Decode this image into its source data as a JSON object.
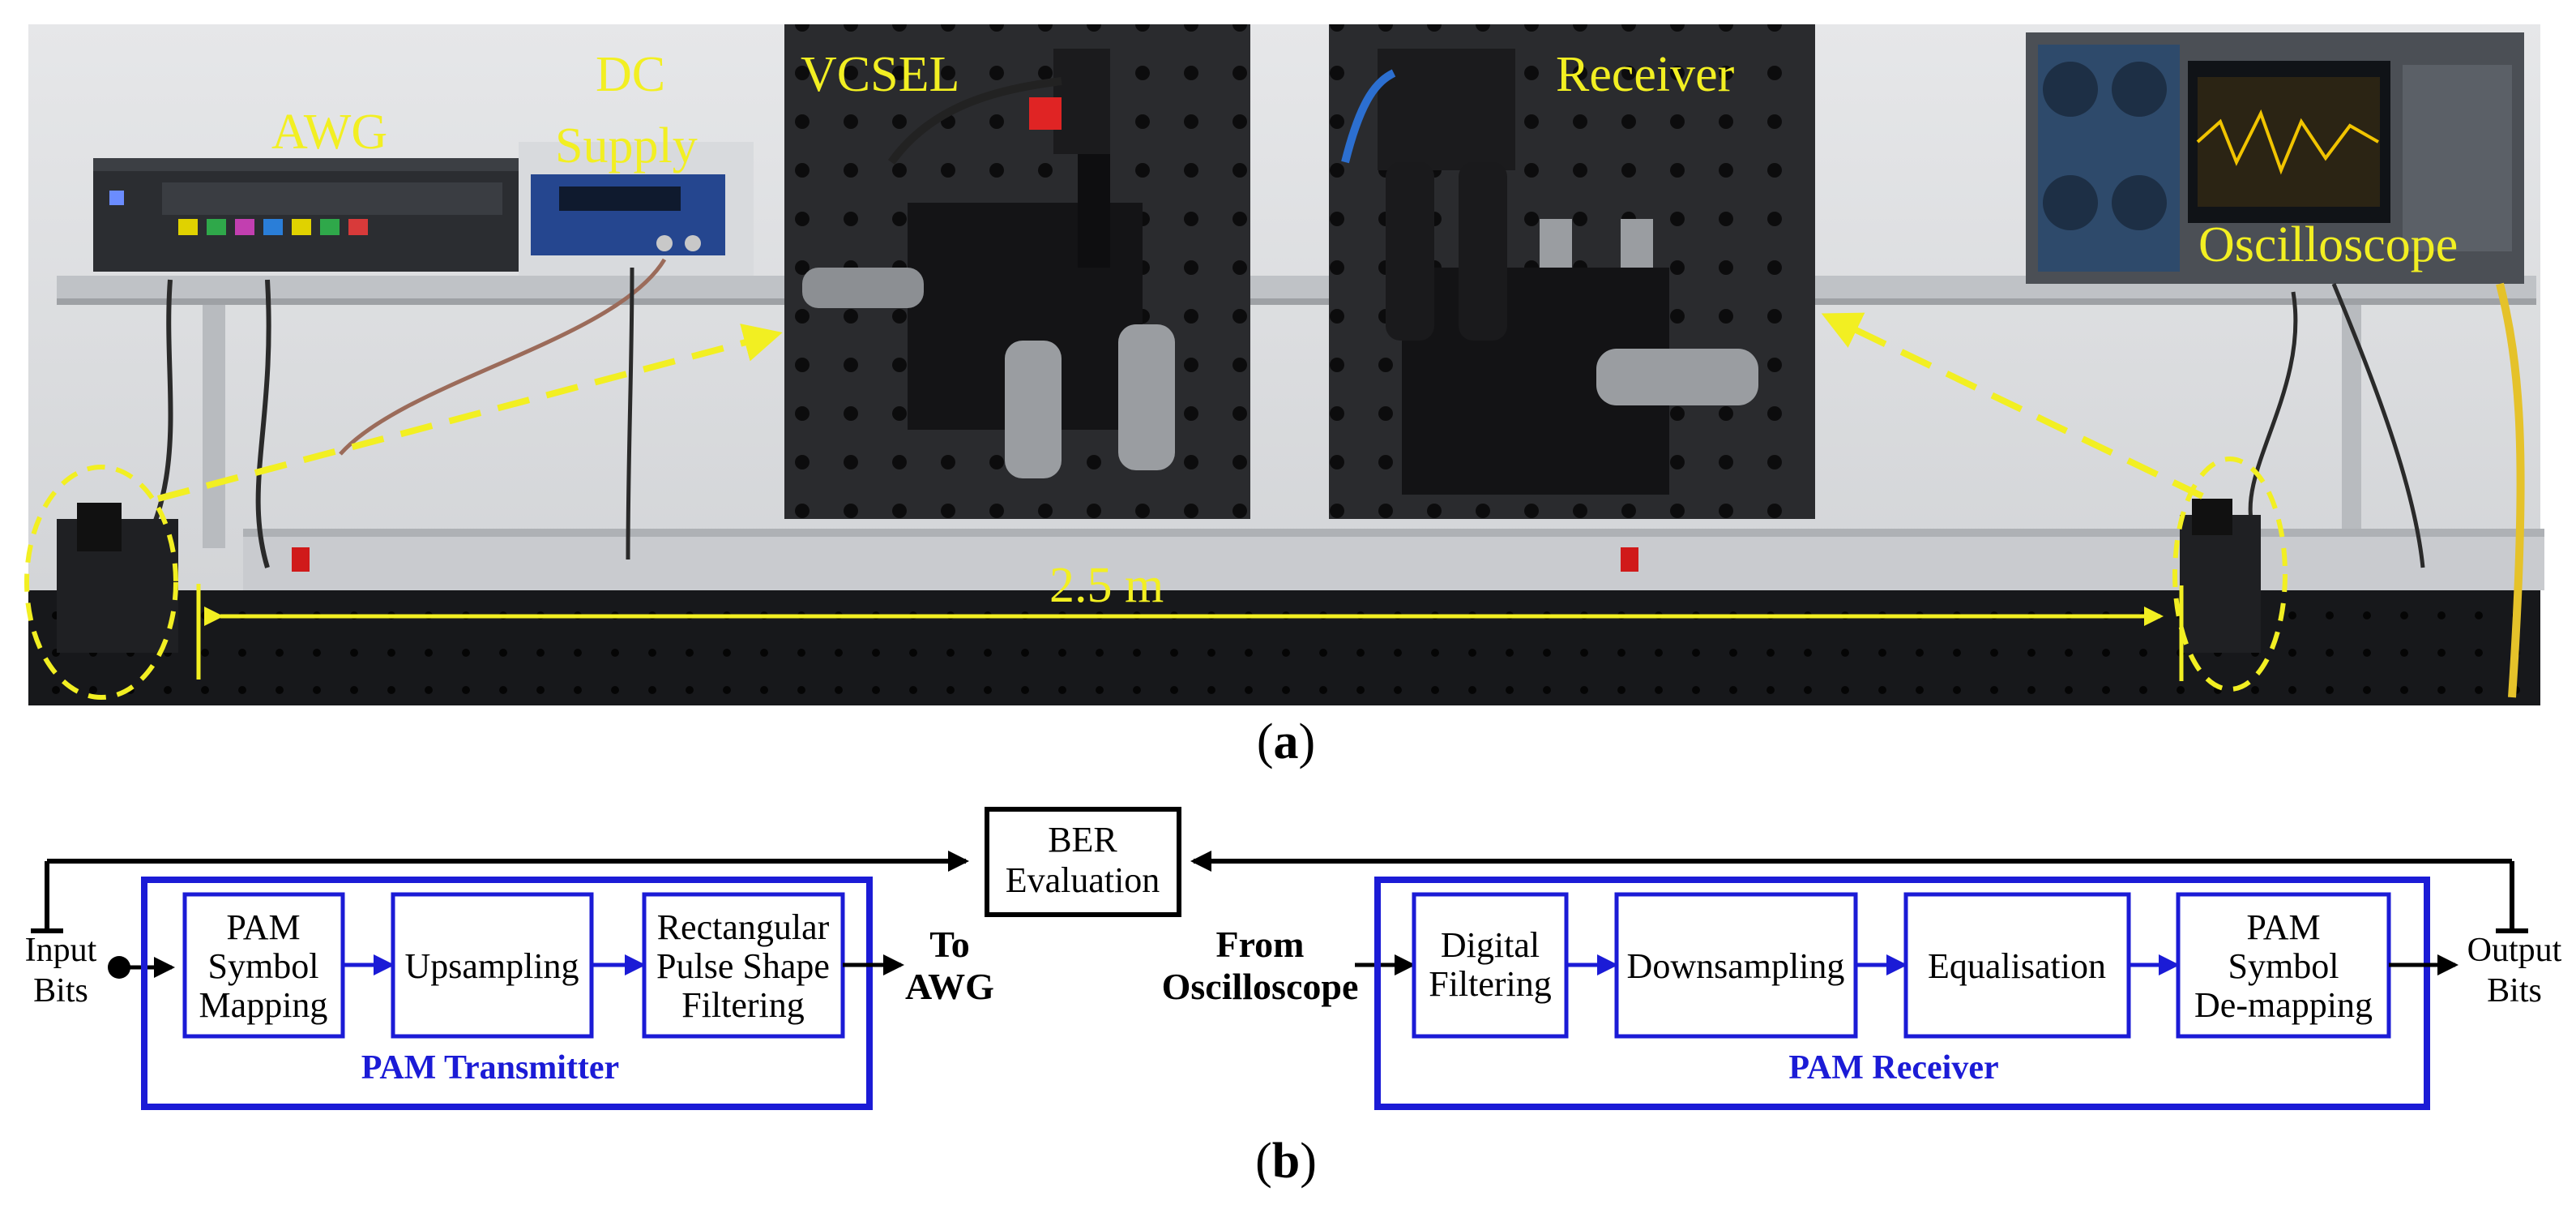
{
  "panel_a": {
    "labels": {
      "awg": "AWG",
      "dc_line1": "DC",
      "dc_line2": "Supply",
      "vcsel": "VCSEL",
      "receiver": "Receiver",
      "oscilloscope": "Oscilloscope",
      "distance": "2.5 m"
    },
    "caption_open": "(",
    "caption_letter": "a",
    "caption_close": ")"
  },
  "panel_b": {
    "input_line1": "Input",
    "input_line2": "Bits",
    "output_line1": "Output",
    "output_line2": "Bits",
    "to_line1": "To",
    "to_line2": "AWG",
    "from_line1": "From",
    "from_line2": "Oscilloscope",
    "ber_line1": "BER",
    "ber_line2": "Evaluation",
    "tx": {
      "group_label": "PAM Transmitter",
      "pam_map": [
        "PAM",
        "Symbol",
        "Mapping"
      ],
      "upsampling": "Upsampling",
      "pulse": [
        "Rectangular",
        "Pulse Shape",
        "Filtering"
      ]
    },
    "rx": {
      "group_label": "PAM Receiver",
      "digital": [
        "Digital",
        "Filtering"
      ],
      "downsampling": "Downsampling",
      "equalisation": "Equalisation",
      "demap": [
        "PAM",
        "Symbol",
        "De-mapping"
      ]
    },
    "caption_open": "(",
    "caption_letter": "b",
    "caption_close": ")"
  },
  "colors": {
    "annotation": "#f2ef22",
    "block_outline": "#1b1bd6",
    "line": "#000000"
  }
}
